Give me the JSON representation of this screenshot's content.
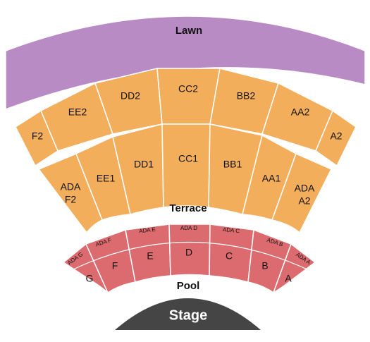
{
  "venue_areas": {
    "lawn": "Lawn",
    "terrace": "Terrace",
    "pool": "Pool",
    "stage": "Stage"
  },
  "upper_terrace": [
    "F2",
    "EE2",
    "DD2",
    "CC2",
    "BB2",
    "AA2",
    "A2"
  ],
  "lower_terrace": {
    "ada_f2_line1": "ADA",
    "ada_f2_line2": "F2",
    "ee1": "EE1",
    "dd1": "DD1",
    "cc1": "CC1",
    "bb1": "BB1",
    "aa1": "AA1",
    "ada_a2_line1": "ADA",
    "ada_a2_line2": "A2"
  },
  "pool_ada": [
    "ADA G",
    "ADA F",
    "ADA E",
    "ADA D",
    "ADA C",
    "ADA B",
    "ADA A"
  ],
  "pool_sections": [
    "G",
    "F",
    "E",
    "D",
    "C",
    "B",
    "A"
  ],
  "colors": {
    "terrace": "#f3ae5c",
    "pool": "#dc6b6f",
    "lawn": "#b98bc5",
    "stage": "#454545"
  }
}
